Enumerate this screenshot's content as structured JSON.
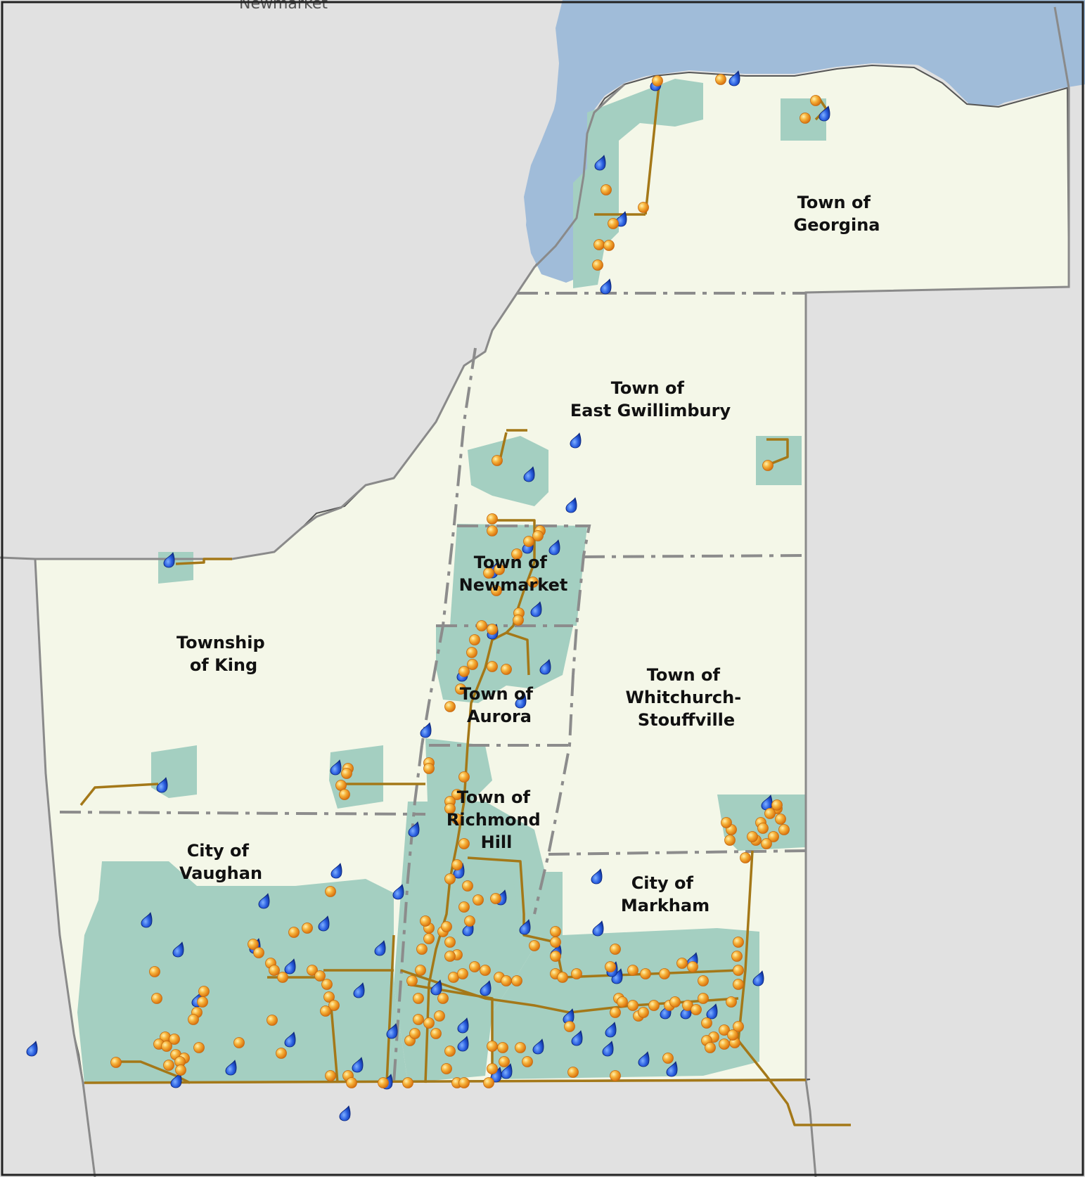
{
  "colors": {
    "outside": "#e1e1e1",
    "region": "#f4f7e8",
    "lake": "#a0bcd9",
    "urban": "#a4cfc1",
    "boundary_outer": "#8a8a8a",
    "municipal_boundary": "#8c8c8c",
    "pipeline": "#a47818",
    "well_marker": "#f39c1e",
    "intake_marker": "#1f4fd1"
  },
  "top_partial_label": "Newmarket",
  "municipalities": [
    {
      "id": "georgina",
      "lines": [
        "Town of",
        "Georgina"
      ]
    },
    {
      "id": "east-gwillimbury",
      "lines": [
        "Town of",
        "East Gwillimbury"
      ]
    },
    {
      "id": "newmarket",
      "lines": [
        "Town of",
        "Newmarket"
      ]
    },
    {
      "id": "king",
      "lines": [
        "Township",
        "of King"
      ]
    },
    {
      "id": "aurora",
      "lines": [
        "Town of",
        "Aurora"
      ]
    },
    {
      "id": "whitchurch-stouffville",
      "lines": [
        "Town of",
        "Whitchurch-",
        "Stouffville"
      ]
    },
    {
      "id": "richmond-hill",
      "lines": [
        "Town of",
        "Richmond",
        "Hill"
      ]
    },
    {
      "id": "vaughan",
      "lines": [
        "City of",
        "Vaughan"
      ]
    },
    {
      "id": "markham",
      "lines": [
        "City of",
        "Markham"
      ]
    }
  ],
  "icons": {
    "well": "orange-sphere-icon",
    "intake": "water-drop-icon"
  }
}
